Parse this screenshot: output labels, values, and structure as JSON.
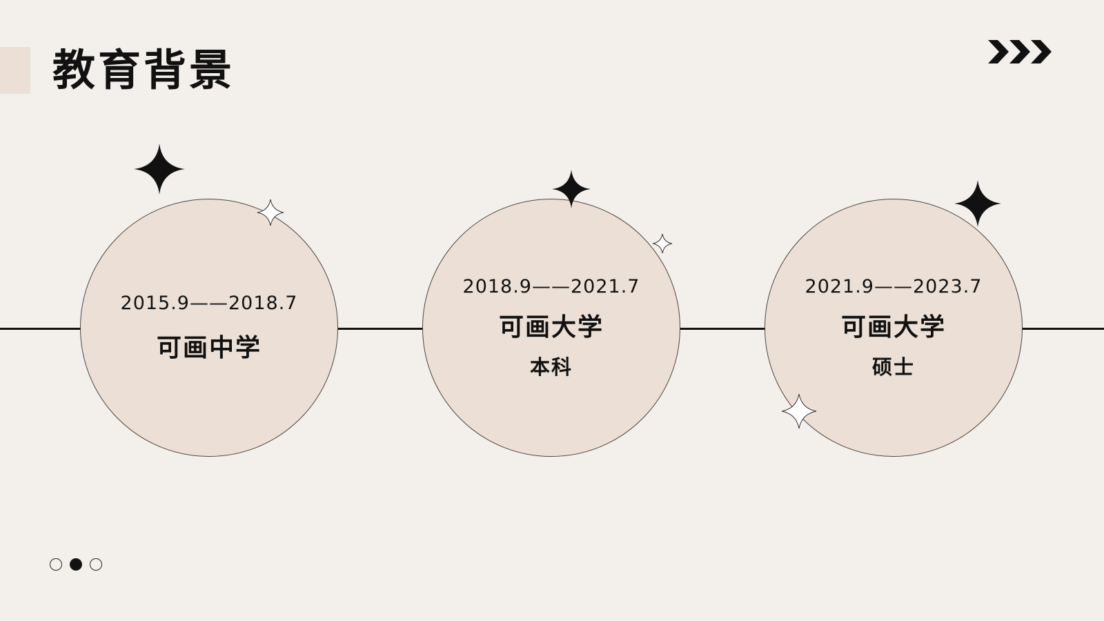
{
  "title": "教育背景",
  "colors": {
    "background": "#f3f0ec",
    "circle_fill": "#ece0d6",
    "accent": "#111111"
  },
  "timeline": [
    {
      "date": "2015.9——2018.7",
      "school": "可画中学",
      "degree": ""
    },
    {
      "date": "2018.9——2021.7",
      "school": "可画大学",
      "degree": "本科"
    },
    {
      "date": "2021.9——2023.7",
      "school": "可画大学",
      "degree": "硕士"
    }
  ],
  "pagination": {
    "total": 3,
    "current": 2
  },
  "icons": {
    "next": "chevrons-right-icon",
    "decor_filled": "four-point-star-filled-icon",
    "decor_outline": "four-point-star-outline-icon"
  }
}
